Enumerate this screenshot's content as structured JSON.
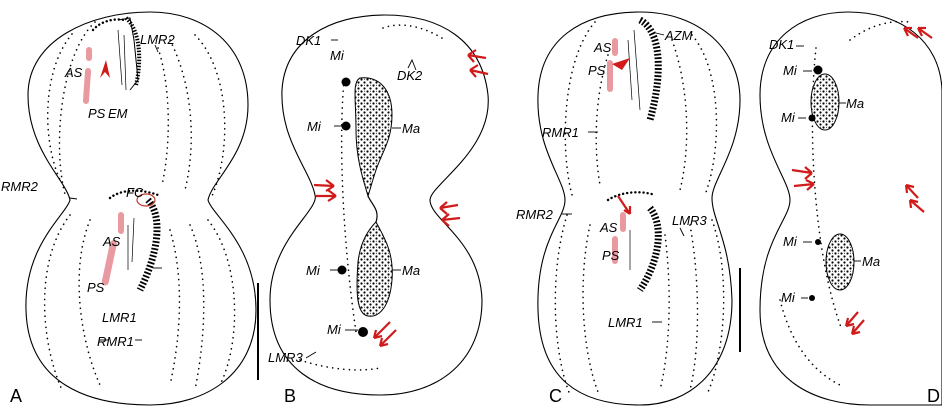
{
  "panels": [
    {
      "letter": "A"
    },
    {
      "letter": "B"
    },
    {
      "letter": "C"
    },
    {
      "letter": "D"
    }
  ],
  "labels": {
    "A": {
      "as1": "AS",
      "lmr2": "LMR2",
      "ps1": "PS",
      "em": "EM",
      "rmr2": "RMR2",
      "fc": "FC",
      "as2": "AS",
      "ps2": "PS",
      "lmr1": "LMR1",
      "rmr1": "RMR1"
    },
    "B": {
      "dk1": "DK1",
      "mi1": "Mi",
      "dk2": "DK2",
      "mi2": "Mi",
      "ma1": "Ma",
      "mi3": "Mi",
      "ma2": "Ma",
      "mi4": "Mi",
      "lmr3": "LMR3"
    },
    "C": {
      "as1": "AS",
      "azm": "AZM",
      "ps1": "PS",
      "rmr1": "RMR1",
      "rmr2": "RMR2",
      "lmr3": "LMR3",
      "as2": "AS",
      "ps2": "PS",
      "lmr1": "LMR1"
    },
    "D": {
      "dk1": "DK1",
      "mi1": "Mi",
      "ma1": "Ma",
      "mi2": "Mi",
      "mi3": "Mi",
      "ma2": "Ma",
      "mi4": "Mi"
    }
  },
  "colors": {
    "arrow": "#d11a1a",
    "highlight": "#e89aa0",
    "line": "#000000"
  }
}
